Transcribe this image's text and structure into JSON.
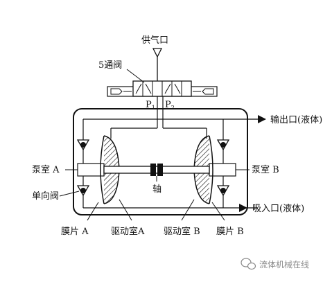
{
  "labels": {
    "air_supply": "供气口",
    "valve": "5通阀",
    "p1_main": "P",
    "p1_sub": "1",
    "p2_main": "P",
    "p2_sub": "2",
    "outlet": "输出口(液体)",
    "inlet": "吸入口(液体)",
    "pump_chamber_a": "泵室 A",
    "pump_chamber_b": "泵室 B",
    "check_valve": "单向阀",
    "shaft": "轴",
    "diaphragm_a": "膜片 A",
    "drive_chamber_a": "驱动室A",
    "drive_chamber_b": "驱动室 B",
    "diaphragm_b": "膜片 B"
  },
  "watermark": {
    "text": "流体机械在线",
    "icon": "wechat-icon"
  },
  "colors": {
    "line": "#111111",
    "watermark": "#8a8a8a"
  }
}
